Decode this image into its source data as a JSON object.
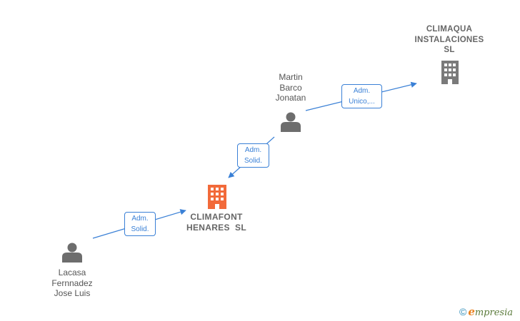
{
  "colors": {
    "edge": "#3a80d6",
    "person_icon": "#6d6d6d",
    "company_icon": "#7a7a7a",
    "company_main_icon": "#f26a3a",
    "text": "#555555"
  },
  "nodes": {
    "martin": {
      "lines": [
        "Martin",
        "Barco",
        "Jonatan"
      ],
      "type": "person",
      "icon": "person-icon"
    },
    "lacasa": {
      "lines": [
        "Lacasa",
        "Fernnadez",
        "Jose Luis"
      ],
      "type": "person",
      "icon": "person-icon"
    },
    "climaqua": {
      "lines": [
        "CLIMAQUA",
        "INSTALACIONES",
        "SL"
      ],
      "type": "company",
      "icon": "building-icon"
    },
    "climafont": {
      "lines": [
        "CLIMAFONT",
        "HENARES  SL"
      ],
      "type": "company",
      "icon": "building-icon",
      "highlight": true
    }
  },
  "edges": [
    {
      "from": "martin",
      "to": "climaqua",
      "label_lines": [
        "Adm.",
        "Unico,..."
      ]
    },
    {
      "from": "martin",
      "to": "climafont",
      "label_lines": [
        "Adm.",
        "Solid."
      ]
    },
    {
      "from": "lacasa",
      "to": "climafont",
      "label_lines": [
        "Adm.",
        "Solid."
      ]
    }
  ],
  "brand": {
    "copyright": "©",
    "name_first": "e",
    "name_rest": "mpresia"
  }
}
